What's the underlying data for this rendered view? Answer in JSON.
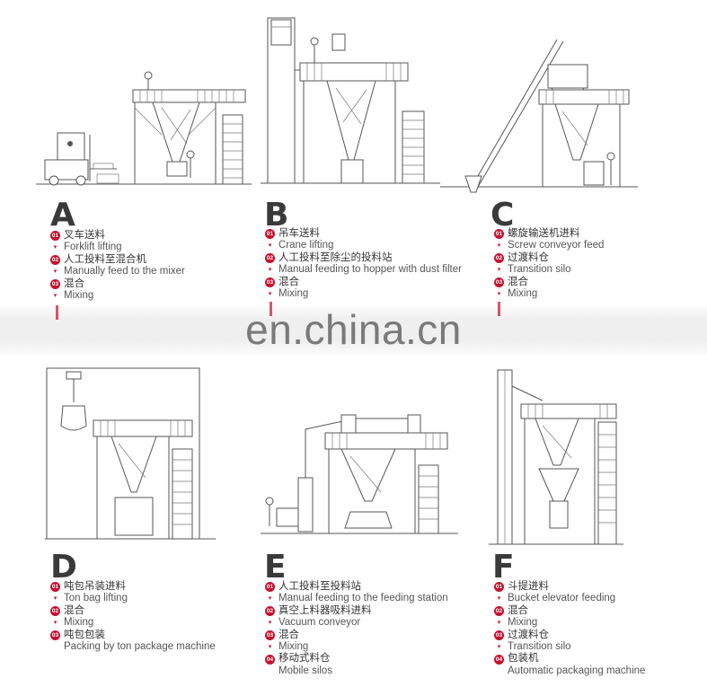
{
  "watermark": "en.china.cn",
  "accent_color": "#c8102e",
  "panels": [
    {
      "letter": "A",
      "steps": [
        {
          "num": "01",
          "cn": "叉车送料",
          "en": "Forklift lifting"
        },
        {
          "num": "02",
          "cn": "人工投料至混合机",
          "en": "Manually feed to the mixer"
        },
        {
          "num": "03",
          "cn": "混合",
          "en": "Mixing"
        }
      ]
    },
    {
      "letter": "B",
      "steps": [
        {
          "num": "01",
          "cn": "吊车送料",
          "en": "Crane lifting"
        },
        {
          "num": "02",
          "cn": "人工投料至除尘的投料站",
          "en": "Manual feeding to hopper with dust filter"
        },
        {
          "num": "03",
          "cn": "混合",
          "en": "Mixing"
        }
      ]
    },
    {
      "letter": "C",
      "steps": [
        {
          "num": "01",
          "cn": "螺旋输送机进料",
          "en": "Screw conveyor feed"
        },
        {
          "num": "02",
          "cn": "过渡料仓",
          "en": "Transition silo"
        },
        {
          "num": "03",
          "cn": "混合",
          "en": "Mixing"
        }
      ]
    },
    {
      "letter": "D",
      "steps": [
        {
          "num": "01",
          "cn": "吨包吊装进料",
          "en": "Ton bag lifting"
        },
        {
          "num": "02",
          "cn": "混合",
          "en": "Mixing"
        },
        {
          "num": "03",
          "cn": "吨包包装",
          "en": "Packing by ton package machine"
        }
      ]
    },
    {
      "letter": "E",
      "steps": [
        {
          "num": "01",
          "cn": "人工投料至投料站",
          "en": "Manual feeding to the feeding station"
        },
        {
          "num": "02",
          "cn": "真空上料器吸料进料",
          "en": "Vacuum conveyor"
        },
        {
          "num": "03",
          "cn": "混合",
          "en": "Mixing"
        },
        {
          "num": "04",
          "cn": "移动式料仓",
          "en": "Mobile silos"
        }
      ]
    },
    {
      "letter": "F",
      "steps": [
        {
          "num": "01",
          "cn": "斗提进料",
          "en": "Bucket elevator feeding"
        },
        {
          "num": "02",
          "cn": "混合",
          "en": "Mixing"
        },
        {
          "num": "03",
          "cn": "过渡料仓",
          "en": "Transition silo"
        },
        {
          "num": "04",
          "cn": "包装机",
          "en": "Automatic packaging machine"
        }
      ]
    }
  ]
}
